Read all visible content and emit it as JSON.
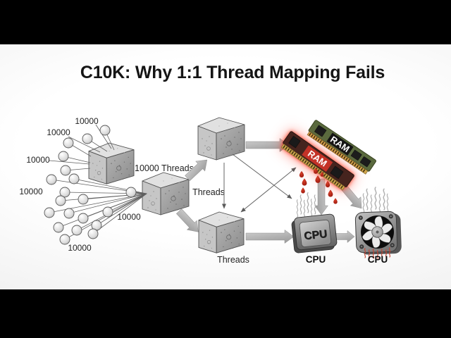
{
  "title": "C10K: Why 1:1 Thread Mapping Fails",
  "clients": {
    "group_labels": [
      "10000",
      "10000",
      "10000",
      "10000",
      "10000",
      "10000"
    ]
  },
  "server": {
    "threads_label": "10000 Threads"
  },
  "thread_pools": {
    "top_label": "Threads",
    "bottom_label": "Threads"
  },
  "ram": {
    "back_stick_text": "RAM",
    "front_stick_text": "RAM"
  },
  "cpu": {
    "chip_face_text": "CPU",
    "chip_caption": "CPU",
    "fan_caption": "CPU"
  },
  "colors": {
    "letterbox": "#000000",
    "canvas_center": "#ffffff",
    "canvas_edge": "#e2e2e2",
    "overheat_red": "#c43227",
    "pcb_green": "#5a6a3e",
    "pcb_red_dark": "#46241e",
    "pin_gold": "#d0a84e",
    "blood_red": "#9b150c",
    "heat_red": "#c7422f",
    "concrete_gray": "#c4c4c4"
  }
}
